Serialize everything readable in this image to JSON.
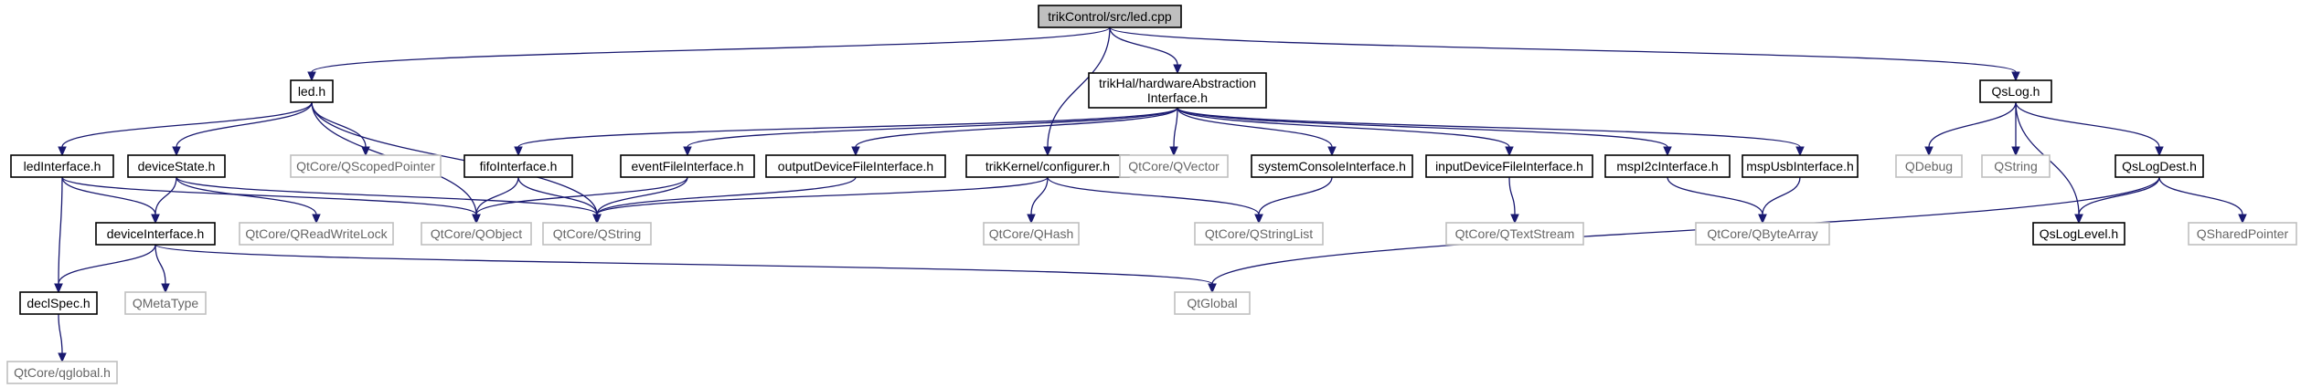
{
  "diagram": {
    "colors": {
      "root_fill": "#bfbfbf",
      "border_normal": "#000000",
      "border_external": "#bfbfbf",
      "text_normal": "#000000",
      "text_external": "#666666",
      "edge": "#191970"
    },
    "nodes": [
      {
        "id": "led_cpp",
        "label": [
          "trikControl/src/led.cpp"
        ],
        "kind": "root"
      },
      {
        "id": "led_h",
        "label": [
          "led.h"
        ],
        "kind": "normal"
      },
      {
        "id": "hal",
        "label": [
          "trikHal/hardwareAbstraction",
          "Interface.h"
        ],
        "kind": "normal"
      },
      {
        "id": "qslog",
        "label": [
          "QsLog.h"
        ],
        "kind": "normal"
      },
      {
        "id": "ledinterface",
        "label": [
          "ledInterface.h"
        ],
        "kind": "normal"
      },
      {
        "id": "devicestate",
        "label": [
          "deviceState.h"
        ],
        "kind": "normal"
      },
      {
        "id": "qscopedptr",
        "label": [
          "QtCore/QScopedPointer"
        ],
        "kind": "external"
      },
      {
        "id": "fifo",
        "label": [
          "fifoInterface.h"
        ],
        "kind": "normal"
      },
      {
        "id": "eventfile",
        "label": [
          "eventFileInterface.h"
        ],
        "kind": "normal"
      },
      {
        "id": "outputfile",
        "label": [
          "outputDeviceFileInterface.h"
        ],
        "kind": "normal"
      },
      {
        "id": "configurer",
        "label": [
          "trikKernel/configurer.h"
        ],
        "kind": "normal"
      },
      {
        "id": "qvector",
        "label": [
          "QtCore/QVector"
        ],
        "kind": "external"
      },
      {
        "id": "sysconsole",
        "label": [
          "systemConsoleInterface.h"
        ],
        "kind": "normal"
      },
      {
        "id": "inputfile",
        "label": [
          "inputDeviceFileInterface.h"
        ],
        "kind": "normal"
      },
      {
        "id": "mspi2c",
        "label": [
          "mspI2cInterface.h"
        ],
        "kind": "normal"
      },
      {
        "id": "mspusb",
        "label": [
          "mspUsbInterface.h"
        ],
        "kind": "normal"
      },
      {
        "id": "qdebug",
        "label": [
          "QDebug"
        ],
        "kind": "external"
      },
      {
        "id": "qstring_plain",
        "label": [
          "QString"
        ],
        "kind": "external"
      },
      {
        "id": "qslogdest",
        "label": [
          "QsLogDest.h"
        ],
        "kind": "normal"
      },
      {
        "id": "deviceinterface",
        "label": [
          "deviceInterface.h"
        ],
        "kind": "normal"
      },
      {
        "id": "qreadwritelock",
        "label": [
          "QtCore/QReadWriteLock"
        ],
        "kind": "external"
      },
      {
        "id": "qobject",
        "label": [
          "QtCore/QObject"
        ],
        "kind": "external"
      },
      {
        "id": "qtcore_qstring",
        "label": [
          "QtCore/QString"
        ],
        "kind": "external"
      },
      {
        "id": "qhash",
        "label": [
          "QtCore/QHash"
        ],
        "kind": "external"
      },
      {
        "id": "qstringlist",
        "label": [
          "QtCore/QStringList"
        ],
        "kind": "external"
      },
      {
        "id": "qtextstream",
        "label": [
          "QtCore/QTextStream"
        ],
        "kind": "external"
      },
      {
        "id": "qbytearray",
        "label": [
          "QtCore/QByteArray"
        ],
        "kind": "external"
      },
      {
        "id": "qsloglevel",
        "label": [
          "QsLogLevel.h"
        ],
        "kind": "normal"
      },
      {
        "id": "qsharedptr",
        "label": [
          "QSharedPointer"
        ],
        "kind": "external"
      },
      {
        "id": "declspec",
        "label": [
          "declSpec.h"
        ],
        "kind": "normal"
      },
      {
        "id": "qmetatype",
        "label": [
          "QMetaType"
        ],
        "kind": "external"
      },
      {
        "id": "qtglobal",
        "label": [
          "QtGlobal"
        ],
        "kind": "external"
      },
      {
        "id": "qglobal_h",
        "label": [
          "QtCore/qglobal.h"
        ],
        "kind": "external"
      }
    ],
    "edges": [
      {
        "from": "led_cpp",
        "to": "led_h"
      },
      {
        "from": "led_cpp",
        "to": "hal"
      },
      {
        "from": "led_cpp",
        "to": "configurer"
      },
      {
        "from": "led_cpp",
        "to": "qslog"
      },
      {
        "from": "led_h",
        "to": "ledinterface"
      },
      {
        "from": "led_h",
        "to": "devicestate"
      },
      {
        "from": "led_h",
        "to": "qscopedptr"
      },
      {
        "from": "led_h",
        "to": "qobject"
      },
      {
        "from": "led_h",
        "to": "qtcore_qstring"
      },
      {
        "from": "hal",
        "to": "fifo"
      },
      {
        "from": "hal",
        "to": "eventfile"
      },
      {
        "from": "hal",
        "to": "outputfile"
      },
      {
        "from": "hal",
        "to": "qvector"
      },
      {
        "from": "hal",
        "to": "sysconsole"
      },
      {
        "from": "hal",
        "to": "inputfile"
      },
      {
        "from": "hal",
        "to": "mspi2c"
      },
      {
        "from": "hal",
        "to": "mspusb"
      },
      {
        "from": "qslog",
        "to": "qdebug"
      },
      {
        "from": "qslog",
        "to": "qstring_plain"
      },
      {
        "from": "qslog",
        "to": "qslogdest"
      },
      {
        "from": "qslog",
        "to": "qsloglevel"
      },
      {
        "from": "ledinterface",
        "to": "deviceinterface"
      },
      {
        "from": "ledinterface",
        "to": "qobject"
      },
      {
        "from": "ledinterface",
        "to": "declspec"
      },
      {
        "from": "devicestate",
        "to": "deviceinterface"
      },
      {
        "from": "devicestate",
        "to": "qreadwritelock"
      },
      {
        "from": "devicestate",
        "to": "qtcore_qstring"
      },
      {
        "from": "deviceinterface",
        "to": "declspec"
      },
      {
        "from": "deviceinterface",
        "to": "qmetatype"
      },
      {
        "from": "deviceinterface",
        "to": "qtglobal"
      },
      {
        "from": "fifo",
        "to": "qobject"
      },
      {
        "from": "fifo",
        "to": "qtcore_qstring"
      },
      {
        "from": "eventfile",
        "to": "qobject"
      },
      {
        "from": "eventfile",
        "to": "qtcore_qstring"
      },
      {
        "from": "outputfile",
        "to": "qtcore_qstring"
      },
      {
        "from": "configurer",
        "to": "qtcore_qstring"
      },
      {
        "from": "configurer",
        "to": "qhash"
      },
      {
        "from": "configurer",
        "to": "qstringlist"
      },
      {
        "from": "sysconsole",
        "to": "qstringlist"
      },
      {
        "from": "inputfile",
        "to": "qtextstream"
      },
      {
        "from": "mspi2c",
        "to": "qbytearray"
      },
      {
        "from": "mspusb",
        "to": "qbytearray"
      },
      {
        "from": "qslogdest",
        "to": "qsloglevel"
      },
      {
        "from": "qslogdest",
        "to": "qsharedptr"
      },
      {
        "from": "qslogdest",
        "to": "qtglobal"
      },
      {
        "from": "declspec",
        "to": "qglobal_h"
      }
    ]
  }
}
